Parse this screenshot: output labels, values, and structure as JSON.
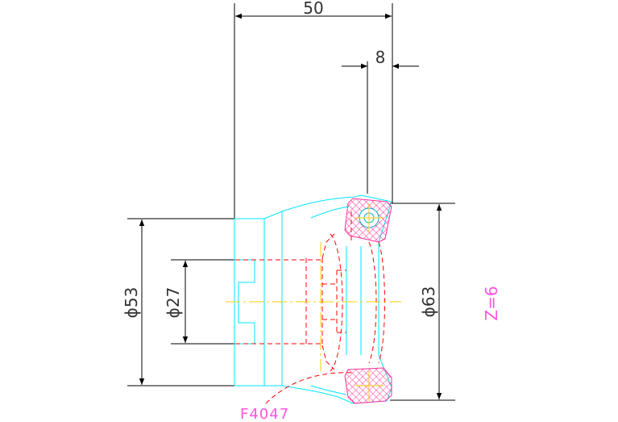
{
  "drawing": {
    "part_number": "F4047",
    "teeth_note": "Z=6",
    "dimensions": {
      "overall_length": "50",
      "insert_offset": "8",
      "bore_diameter": "ϕ27",
      "body_diameter": "ϕ53",
      "cutting_diameter": "ϕ63"
    },
    "colors": {
      "dimension": "#000000",
      "outline": "#00e5ff",
      "hidden": "#ff0000",
      "centerline": "#ffff00",
      "insert_hatch": "#ff3399",
      "annotation": "#ff55dd"
    }
  }
}
